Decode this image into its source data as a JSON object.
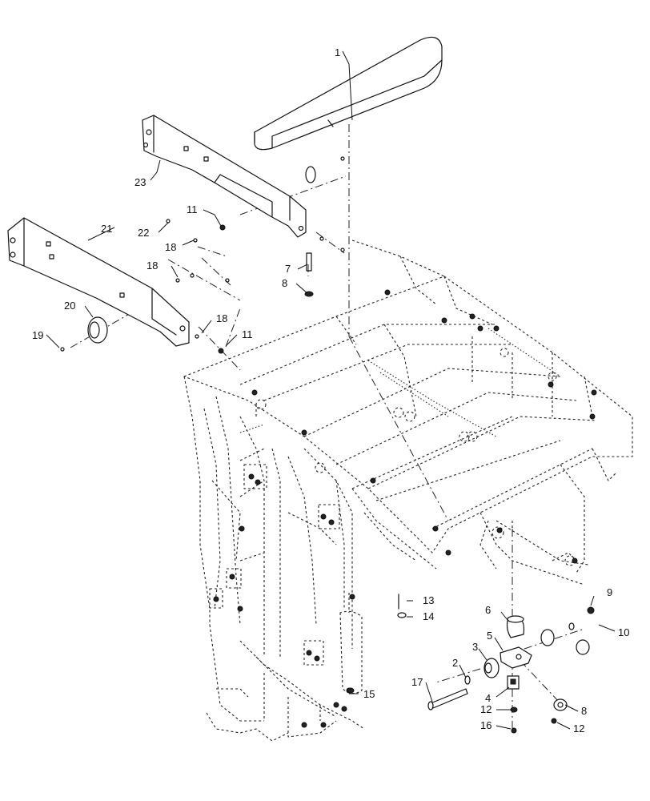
{
  "diagram": {
    "callouts": [
      {
        "id": "c1",
        "label": "1"
      },
      {
        "id": "c2",
        "label": "2"
      },
      {
        "id": "c3",
        "label": "3"
      },
      {
        "id": "c4",
        "label": "4"
      },
      {
        "id": "c5",
        "label": "5"
      },
      {
        "id": "c6",
        "label": "6"
      },
      {
        "id": "c7",
        "label": "7"
      },
      {
        "id": "c8a",
        "label": "8"
      },
      {
        "id": "c8b",
        "label": "8"
      },
      {
        "id": "c9",
        "label": "9"
      },
      {
        "id": "c10",
        "label": "10"
      },
      {
        "id": "c11a",
        "label": "11"
      },
      {
        "id": "c11b",
        "label": "11"
      },
      {
        "id": "c12a",
        "label": "12"
      },
      {
        "id": "c12b",
        "label": "12"
      },
      {
        "id": "c13",
        "label": "13"
      },
      {
        "id": "c14",
        "label": "14"
      },
      {
        "id": "c15",
        "label": "15"
      },
      {
        "id": "c16",
        "label": "16"
      },
      {
        "id": "c17",
        "label": "17"
      },
      {
        "id": "c18a",
        "label": "18"
      },
      {
        "id": "c18b",
        "label": "18"
      },
      {
        "id": "c18c",
        "label": "18"
      },
      {
        "id": "c19",
        "label": "19"
      },
      {
        "id": "c20",
        "label": "20"
      },
      {
        "id": "c21",
        "label": "21"
      },
      {
        "id": "c22",
        "label": "22"
      },
      {
        "id": "c23",
        "label": "23"
      }
    ]
  }
}
